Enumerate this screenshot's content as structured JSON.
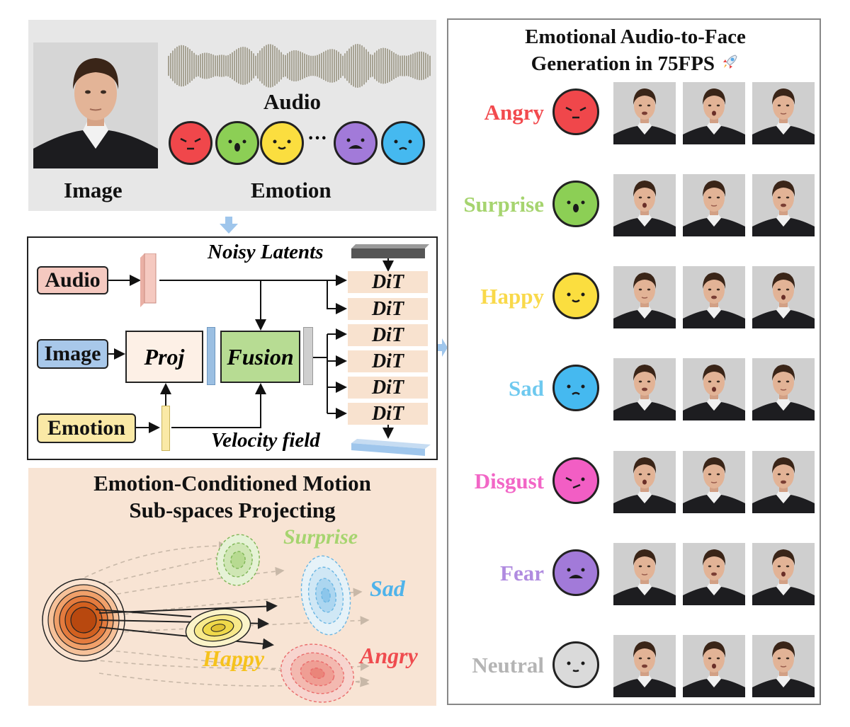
{
  "inputs": {
    "image_label": "Image",
    "audio_label": "Audio",
    "emotion_label": "Emotion",
    "ellipsis": "···"
  },
  "pipeline": {
    "noisy_latents": "Noisy Latents",
    "velocity_field": "Velocity field",
    "audio_tag": "Audio",
    "image_tag": "Image",
    "emotion_tag": "Emotion",
    "proj": "Proj",
    "fusion": "Fusion",
    "dit_blocks": [
      "DiT",
      "DiT",
      "DiT",
      "DiT",
      "DiT",
      "DiT"
    ]
  },
  "motion": {
    "title_line1": "Emotion-Conditioned Motion",
    "title_line2": "Sub-spaces Projecting",
    "labels": {
      "surprise": "Surprise",
      "sad": "Sad",
      "happy": "Happy",
      "angry": "Angry"
    }
  },
  "generation": {
    "title_line1": "Emotional Audio-to-Face",
    "title_line2": "Generation in 75FPS",
    "rocket_icon": "rocket-icon",
    "emotions": [
      {
        "label": "Angry",
        "color": "#f24a4e",
        "face": "#f0474b"
      },
      {
        "label": "Surprise",
        "color": "#a6d46f",
        "face": "#8ccf55"
      },
      {
        "label": "Happy",
        "color": "#f9d94a",
        "face": "#fbde3f"
      },
      {
        "label": "Sad",
        "color": "#6ec9ef",
        "face": "#45b9f0"
      },
      {
        "label": "Disgust",
        "color": "#f266c6",
        "face": "#f25ec4"
      },
      {
        "label": "Fear",
        "color": "#b08be0",
        "face": "#a27ad9"
      },
      {
        "label": "Neutral",
        "color": "#b4b4b4",
        "face": "#dadada"
      }
    ]
  },
  "colors": {
    "input_panel_bg": "#e7e7e7",
    "motion_panel_bg": "#f8e4d4",
    "dit_bg": "#f8e2cf",
    "audio_tag_bg": "#f5c9c0",
    "image_tag_bg": "#a8c8ea",
    "emotion_tag_bg": "#fae9a6",
    "proj_bg": "#fdf0e6",
    "fusion_bg": "#b7dc93",
    "arrow_blue": "#9fc6ec"
  }
}
